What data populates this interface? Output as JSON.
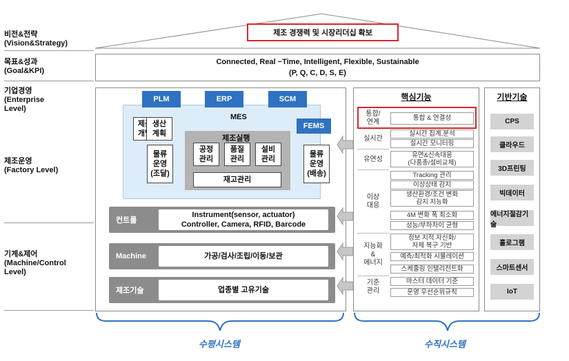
{
  "levels": {
    "vision": "비전&전략\n(Vision&Strategy)",
    "goal": "목표&성과\n(Goal&KPI)",
    "enterprise": "기업경영\n(Enterprise\nLevel)",
    "factory": "제조운영\n(Factory Level)",
    "machine": "기계&제어\n(Machine/Control\nLevel)"
  },
  "vision_text": "제조 경쟁력 및 시장리더십 확보",
  "goal_lines": {
    "line1": "Connected, Real −Time, Intelligent, Flexible, Sustainable",
    "line2": "(P, Q, C, D, S, E)"
  },
  "enterprise_systems": [
    "PLM",
    "ERP",
    "SCM"
  ],
  "mes": {
    "label": "MES",
    "fems": "FEMS",
    "product_dev": "제품\n개발",
    "production_plan": "생산\n계획",
    "logistics_in": "물류\n운영\n(조달)",
    "logistics_out": "물류\n운영\n(배송)",
    "execution_title": "제조실행",
    "process_mgmt": "공정\n관리",
    "quality_mgmt": "품질\n관리",
    "equipment_mgmt": "설비\n관리",
    "inventory_mgmt": "재고관리"
  },
  "bands": [
    {
      "label": "컨트롤",
      "content": "Instrument(sensor, actuator)\nController, Camera, RFID, Barcode"
    },
    {
      "label": "Machine",
      "content": "가공/검사/조립/이동/보관"
    },
    {
      "label": "제조기술",
      "content": "업종별 고유기술"
    }
  ],
  "core": {
    "title": "핵심기능",
    "groups": [
      {
        "category": "통합/\n연계",
        "items": [
          "통합 & 연결성"
        ]
      },
      {
        "category": "실시간",
        "items": [
          "실시간 집계,분석",
          "실시간 모니터링"
        ]
      },
      {
        "category": "유연성",
        "items": [
          "유연&신속대응\n(다품종/설비교체)"
        ]
      },
      {
        "category": "이상\n대응",
        "items": [
          "Tracking 관리",
          "이상상태 감지",
          "생산환경/조건 변화\n감지 지능화",
          "4M 변화 폭 최소화",
          "성능/부하차이 균형"
        ]
      },
      {
        "category": "지능화\n&\n에너지",
        "items": [
          "정보 지적 자신화/\n자체 복구 기반",
          "예측/최적화 시뮬레이션",
          "스케줄링 인텔리전트화"
        ]
      },
      {
        "category": "기준\n관리",
        "items": [
          "마스터 데이터 기준",
          "운영 우선순위규칙"
        ]
      }
    ]
  },
  "base": {
    "title": "기반기술",
    "items": [
      "CPS",
      "클라우드",
      "3D프린팅",
      "빅데이터",
      "에너지절감기술",
      "홀로그램",
      "스마트센서",
      "IoT"
    ]
  },
  "footer": {
    "horizontal": "수평시스템",
    "vertical": "수직시스템"
  },
  "colors": {
    "accent_blue": "#2f72c2",
    "highlight_red": "#d9262b",
    "band_gray": "#8c8c8c"
  }
}
